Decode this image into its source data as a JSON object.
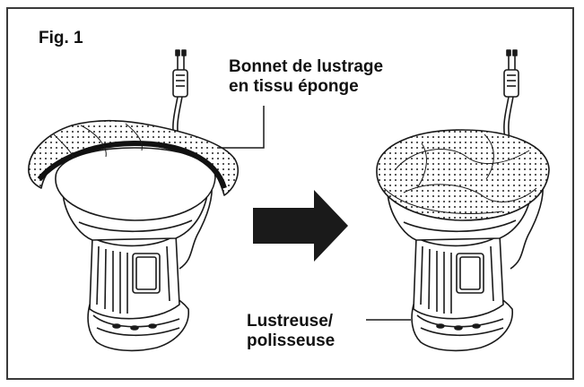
{
  "figure": {
    "label": "Fig. 1",
    "bonnet_label_line1": "Bonnet de lustrage",
    "bonnet_label_line2": "en tissu éponge",
    "polisher_label_line1": "Lustreuse/",
    "polisher_label_line2": "polisseuse"
  },
  "colors": {
    "line": "#1a1a1a",
    "border": "#3a3a3a",
    "arrow": "#1a1a1a",
    "background": "#ffffff"
  }
}
